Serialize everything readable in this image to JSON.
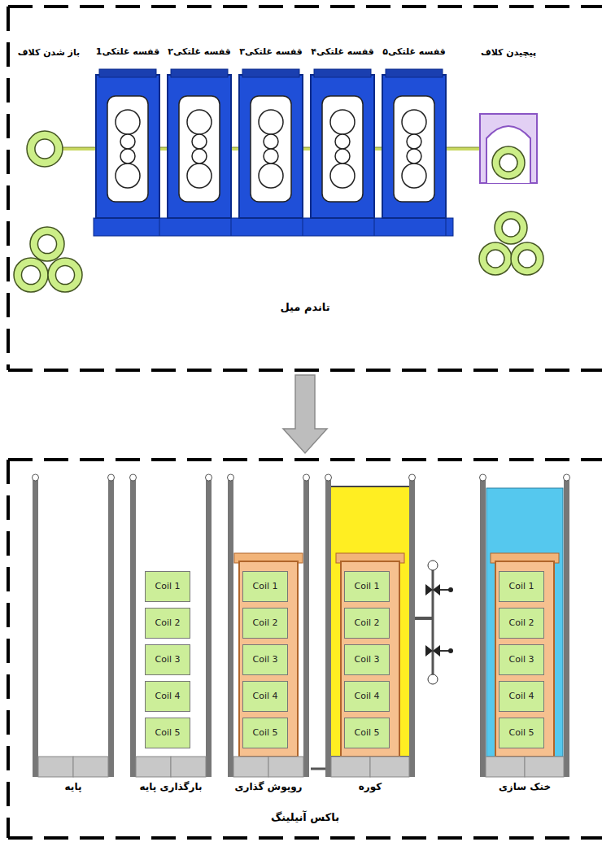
{
  "diagram": {
    "nodes": [
      {
        "text": [
          "تاندم میل"
        ]
      },
      {
        "text": [
          "باز شدن کلاف"
        ],
        "in": 0
      },
      {
        "text": [
          "قفسه غلتکی1"
        ],
        "in": 0
      },
      {
        "text": [
          "قفسه غلتکی۲"
        ],
        "in": 0
      },
      {
        "text": [
          "قفسه غلتکی۳"
        ],
        "in": 0
      },
      {
        "text": [
          "قفسه غلتکی۴"
        ],
        "in": 0
      },
      {
        "text": [
          "قفسه غلتکی۵"
        ],
        "in": 0
      },
      {
        "text": [
          "پیچیدن کلاف"
        ],
        "in": 0
      },
      {
        "text": [
          "باکس آنیلینگ"
        ]
      },
      {
        "text": [
          "پایه"
        ],
        "in": 8
      },
      {
        "text": [
          "بارگذاری پایه"
        ],
        "in": 8
      },
      {
        "text": [
          "Coil 1"
        ],
        "in": 10
      },
      {
        "text": [
          "Coil 2"
        ],
        "in": 10
      },
      {
        "text": [
          "Coil 3"
        ],
        "in": 10
      },
      {
        "text": [
          "Coil 4"
        ],
        "in": 10
      },
      {
        "text": [
          "Coil 5"
        ],
        "in": 10
      },
      {
        "text": [
          "روپوش گذاری"
        ],
        "in": 8
      },
      {
        "text": [
          "Coil 1"
        ],
        "in": 16
      },
      {
        "text": [
          "Coil 2"
        ],
        "in": 16
      },
      {
        "text": [
          "Coil 3"
        ],
        "in": 16
      },
      {
        "text": [
          "Coil 4"
        ],
        "in": 16
      },
      {
        "text": [
          "Coil 5"
        ],
        "in": 16
      },
      {
        "text": [
          "کوره"
        ],
        "in": 8
      },
      {
        "text": [
          "Coil 1"
        ],
        "in": 22
      },
      {
        "text": [
          "Coil 2"
        ],
        "in": 22
      },
      {
        "text": [
          "Coil 3"
        ],
        "in": 22
      },
      {
        "text": [
          "Coil 4"
        ],
        "in": 22
      },
      {
        "text": [
          "Coil 5"
        ],
        "in": 22
      },
      {
        "text": [
          "خنک سازی"
        ],
        "in": 8
      },
      {
        "text": [
          "Coil 1"
        ],
        "in": 28
      },
      {
        "text": [
          "Coil 2"
        ],
        "in": 28
      },
      {
        "text": [
          "Coil 3"
        ],
        "in": 28
      },
      {
        "text": [
          "Coil 4"
        ],
        "in": 28
      },
      {
        "text": [
          "Coil 5"
        ],
        "in": 28
      }
    ],
    "edges": [
      {
        "from": 0,
        "to": 8,
        "arrow": "to"
      }
    ]
  }
}
